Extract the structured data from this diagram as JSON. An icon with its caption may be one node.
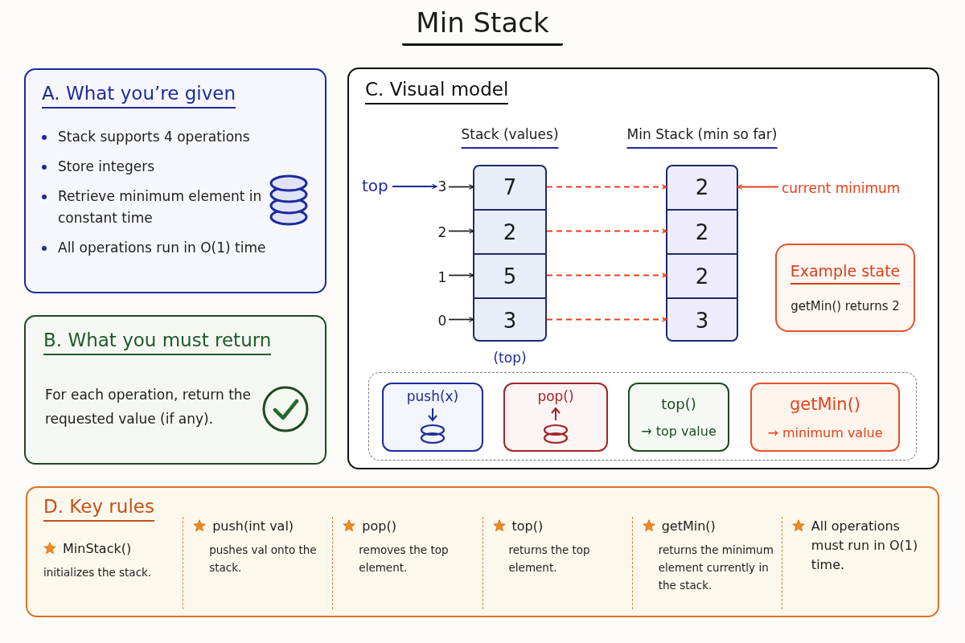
{
  "diagram": {
    "title": "Min Stack",
    "nodes": [
      {
        "text": [
          "A. What you’re given",
          "Stack supports 4 operations",
          "Store integers",
          "Retrieve minimum element in constant time",
          "All operations run in O(1) time"
        ]
      },
      {
        "text": [
          "B. What you must return",
          "For each operation, return the requested value (if any)."
        ]
      },
      {
        "text": [
          "C. Visual model"
        ]
      },
      {
        "text": [
          "Stack (values)"
        ],
        "beside": [
          "(top)"
        ],
        "in": 2
      },
      {
        "text": [
          "7"
        ],
        "in": 3
      },
      {
        "text": [
          "2"
        ],
        "in": 3
      },
      {
        "text": [
          "5"
        ],
        "in": 3
      },
      {
        "text": [
          "3"
        ],
        "in": 3
      },
      {
        "text": [
          "Min Stack (min so far)"
        ],
        "in": 2
      },
      {
        "text": [
          "2"
        ],
        "in": 8
      },
      {
        "text": [
          "2"
        ],
        "in": 8
      },
      {
        "text": [
          "2"
        ],
        "in": 8
      },
      {
        "text": [
          "3"
        ],
        "in": 8
      },
      {
        "text": [
          "top"
        ],
        "in": 2
      },
      {
        "text": [
          "current minimum"
        ],
        "in": 2
      },
      {
        "text": [
          "3"
        ],
        "in": 2
      },
      {
        "text": [
          "2"
        ],
        "in": 2
      },
      {
        "text": [
          "1"
        ],
        "in": 2
      },
      {
        "text": [
          "0"
        ],
        "in": 2
      },
      {
        "text": [
          "Example state",
          "getMin() returns 2"
        ],
        "in": 2
      },
      {
        "text": [],
        "shape": "box",
        "in": 2
      },
      {
        "text": [
          "push(x)"
        ],
        "in": 20
      },
      {
        "text": [
          "pop()"
        ],
        "in": 20
      },
      {
        "text": [
          "top()",
          "→ top value"
        ],
        "in": 20
      },
      {
        "text": [
          "getMin()",
          "→ minimum value"
        ],
        "in": 20
      },
      {
        "text": [
          "D. Key rules"
        ]
      }
    ],
    "edges": [
      {
        "from": 13,
        "to": 15,
        "arrow": "to",
        "color": "#1a2a9a"
      },
      {
        "from": 14,
        "to": 9,
        "arrow": "to",
        "color": "#e8401c"
      },
      {
        "from": 15,
        "to": 4,
        "arrow": "to",
        "color": "#1c1c1c"
      },
      {
        "from": 16,
        "to": 5,
        "arrow": "to",
        "color": "#1c1c1c"
      },
      {
        "from": 17,
        "to": 6,
        "arrow": "to",
        "color": "#1c1c1c"
      },
      {
        "from": 18,
        "to": 7,
        "arrow": "to",
        "color": "#1c1c1c"
      },
      {
        "from": 4,
        "to": 9,
        "arrow": "to",
        "style": "dashed",
        "color": "#e8401c"
      },
      {
        "from": 5,
        "to": 10,
        "arrow": "to",
        "style": "dashed",
        "color": "#e8401c"
      },
      {
        "from": 6,
        "to": 11,
        "arrow": "to",
        "style": "dashed",
        "color": "#e8401c"
      },
      {
        "from": 7,
        "to": 12,
        "arrow": "to",
        "style": "dashed",
        "color": "#e8401c"
      }
    ],
    "labels": [
      "MinStack()",
      "initializes the stack.",
      "push(int val)",
      "pushes val onto the stack.",
      "pop()",
      "removes the top element.",
      "top()",
      "returns the top element.",
      "getMin()",
      "returns the minimum element currently in the stack.",
      "All operations must run in O(1) time."
    ]
  }
}
